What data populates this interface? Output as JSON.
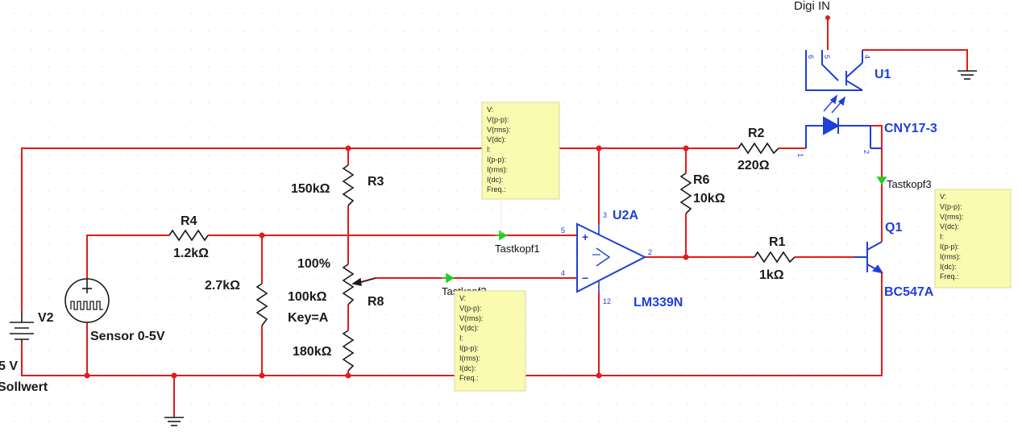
{
  "colors": {
    "wire": "#e21b1b",
    "component": "#1a1a1a",
    "part_blue": "#1f3fd6",
    "probe_box": "#fafab0",
    "probe_arrow": "#22cc22"
  },
  "components": {
    "R3": {
      "ref": "R3",
      "value": "150kΩ"
    },
    "R4": {
      "ref": "R4",
      "value": "1.2kΩ"
    },
    "R_mid": {
      "value": "2.7kΩ"
    },
    "R8": {
      "ref": "R8",
      "percent": "100%",
      "value": "100kΩ",
      "key": "Key=A"
    },
    "R_bottom": {
      "value": "180kΩ"
    },
    "R6": {
      "ref": "R6",
      "value": "10kΩ"
    },
    "R2": {
      "ref": "R2",
      "value": "220Ω"
    },
    "R1": {
      "ref": "R1",
      "value": "1kΩ"
    },
    "U2A": {
      "ref": "U2A",
      "part": "LM339N",
      "pins": {
        "vcc": "3",
        "plus": "5",
        "minus": "4",
        "out": "2",
        "gnd": "12"
      }
    },
    "U1": {
      "ref": "U1",
      "part": "CNY17-3",
      "pins": {
        "p6": "6",
        "p5": "5",
        "p4": "4",
        "p1": "1",
        "p2": "2"
      }
    },
    "Q1": {
      "ref": "Q1",
      "part": "BC547A"
    },
    "V2": {
      "ref": "V2",
      "value": "5 V",
      "name": "Sollwert"
    },
    "sensor": {
      "label": "Sensor 0-5V"
    },
    "digi_in": {
      "label": "Digi IN"
    }
  },
  "probes": [
    {
      "name": "Tastkopf1"
    },
    {
      "name": "Tastkopf2"
    },
    {
      "name": "Tastkopf3"
    }
  ],
  "probe_fields": [
    "V:",
    "V(p-p):",
    "V(rms):",
    "V(dc):",
    "I:",
    "I(p-p):",
    "I(rms):",
    "I(dc):",
    "Freq.:"
  ]
}
